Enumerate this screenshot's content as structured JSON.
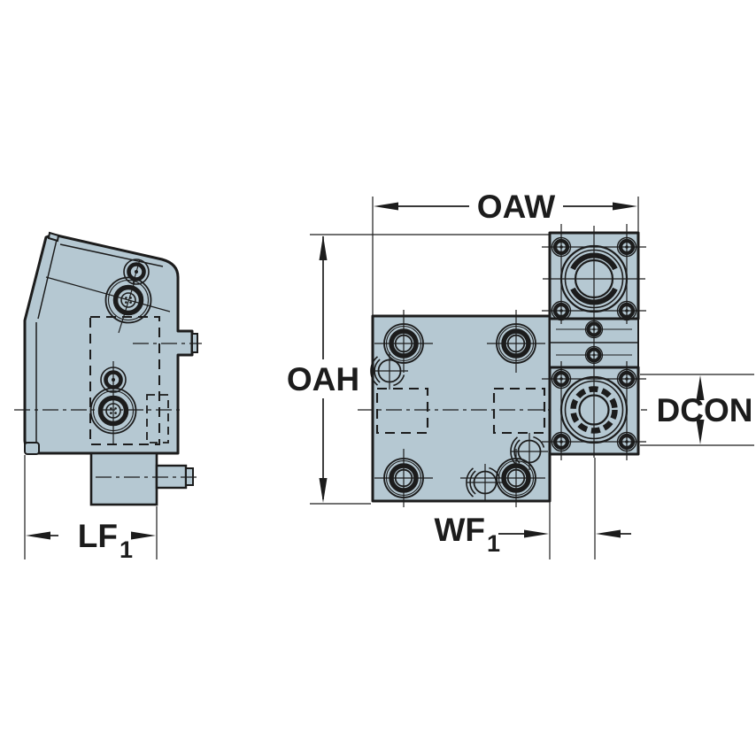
{
  "drawing": {
    "dimensions": {
      "oaw": {
        "label": "OAW"
      },
      "oah": {
        "label": "OAH"
      },
      "dcon": {
        "label": "DCON"
      },
      "wf1": {
        "label": "WF",
        "sub": "1"
      },
      "lf1": {
        "label": "LF",
        "sub": "1"
      }
    },
    "colors": {
      "body": "#b5c8d2",
      "line": "#1c1c1c",
      "background": "#ffffff"
    }
  }
}
